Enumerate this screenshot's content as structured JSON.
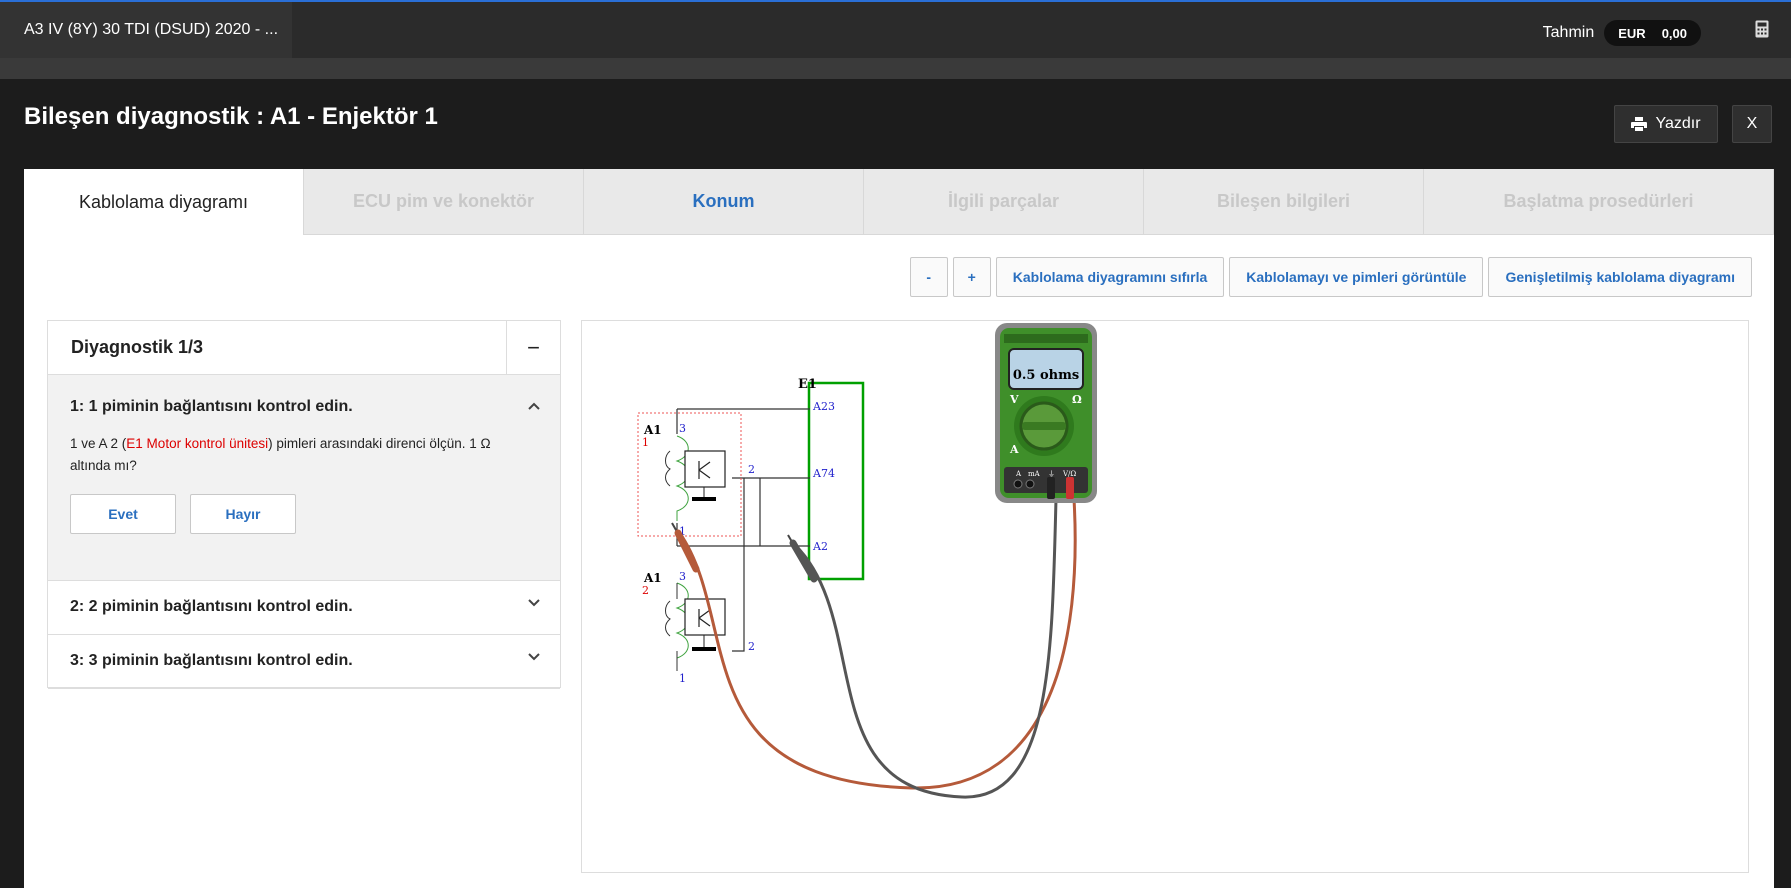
{
  "topbar": {
    "vehicle": "A3 IV (8Y) 30 TDI (DSUD) 2020 - ...",
    "estimate_label": "Tahmin",
    "currency": "EUR",
    "amount": "0,00"
  },
  "modal": {
    "title": "Bileşen diyagnostik : A1 - Enjektör 1",
    "print_label": "Yazdır",
    "close_label": "X"
  },
  "tabs": [
    {
      "label": "Kablolama diyagramı"
    },
    {
      "label": "ECU pim ve konektör"
    },
    {
      "label": "Konum"
    },
    {
      "label": "İlgili parçalar"
    },
    {
      "label": "Bileşen bilgileri"
    },
    {
      "label": "Başlatma prosedürleri"
    }
  ],
  "toolbar": {
    "zoom_out": "-",
    "zoom_in": "+",
    "reset": "Kablolama diyagramını sıfırla",
    "show_pins": "Kablolamayı ve pimleri görüntüle",
    "extended": "Genişletilmiş kablolama diyagramı"
  },
  "diagnostic": {
    "header": "Diyagnostik 1/3",
    "collapse": "−",
    "steps": [
      {
        "title": "1: 1 piminin bağlantısını kontrol edin.",
        "desc_before": "1 ve A 2 (",
        "desc_link": "E1 Motor kontrol ünitesi",
        "desc_after": ") pimleri arasındaki direnci ölçün. 1 Ω altında mı?",
        "yes": "Evet",
        "no": "Hayır"
      },
      {
        "title": "2: 2 piminin bağlantısını kontrol edin."
      },
      {
        "title": "3: 3 piminin bağlantısını kontrol edin."
      }
    ]
  },
  "diagram": {
    "ecu_name": "E1",
    "ecu_pins": [
      "A23",
      "A74",
      "A2"
    ],
    "comp1_name": "A1",
    "comp1_index": "1",
    "comp2_name": "A1",
    "comp2_index": "2",
    "pin1": "1",
    "pin2": "2",
    "pin3": "3",
    "meter_reading": "0.5 ohms",
    "meter_v": "V",
    "meter_ohm": "Ω",
    "meter_a": "A",
    "jack_a": "A",
    "jack_ma": "mA",
    "jack_com": "⏚",
    "jack_vo": "V/Ω"
  },
  "colors": {
    "accent": "#2a6fbf",
    "ecu_border": "#00a000",
    "probe_red": "#b55a3a",
    "probe_black": "#555555",
    "meter_green": "#3f8f2a",
    "highlight_red": "#dd0000"
  }
}
